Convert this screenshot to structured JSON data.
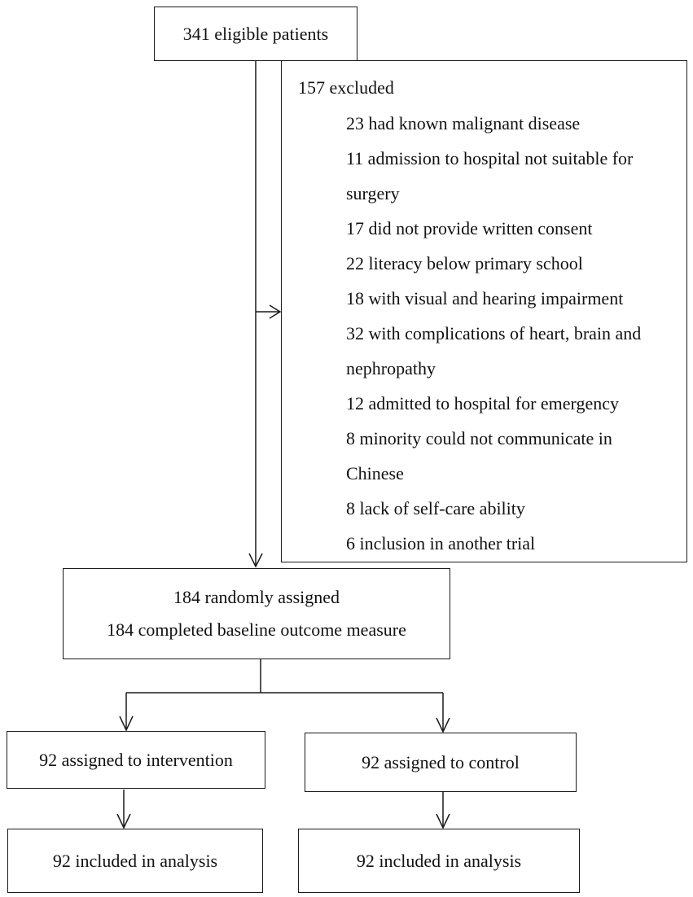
{
  "flowchart": {
    "eligible": "341 eligible patients",
    "excluded": {
      "title": "157 excluded",
      "reasons": [
        "23 had known malignant disease",
        "11 admission to hospital not suitable for surgery",
        "17 did not provide written consent",
        "22 literacy below primary school",
        "18 with visual and hearing impairment",
        "32 with complications of heart, brain and nephropathy",
        "12 admitted to hospital for emergency",
        "8 minority could not communicate in Chinese",
        "8 lack of self-care ability",
        "6 inclusion in another trial"
      ]
    },
    "randomized": {
      "line1": "184 randomly assigned",
      "line2": "184 completed baseline outcome measure"
    },
    "intervention": "92 assigned to intervention",
    "control": "92 assigned to control",
    "analysis_intervention": "92 included in analysis",
    "analysis_control": "92 included in analysis"
  }
}
